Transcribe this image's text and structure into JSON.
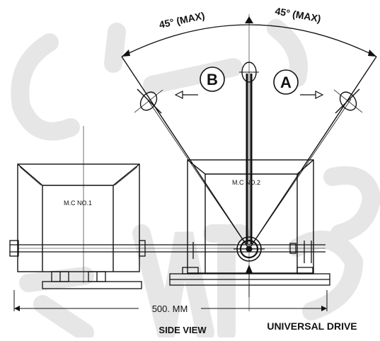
{
  "diagram": {
    "labels": {
      "angle_left": "45° (MAX)",
      "angle_right": "45° (MAX)",
      "direction_b": "B",
      "direction_a": "A",
      "machine_1": "M.C  NO.1",
      "machine_2": "M.C  NO.2",
      "dimension": "500. MM",
      "caption": "SIDE VIEW",
      "drive": "UNIVERSAL DRIVE"
    },
    "colors": {
      "line": "#111111",
      "watermark": "#e9e9e9",
      "background": "#ffffff"
    }
  }
}
